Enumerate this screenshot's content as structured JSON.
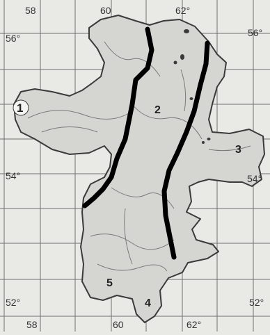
{
  "map": {
    "top_longitudes": [
      "58",
      "60",
      "62°"
    ],
    "bottom_longitudes": [
      "58",
      "60",
      "62°"
    ],
    "left_latitudes": [
      "56°",
      "54°",
      "52°"
    ],
    "right_latitudes": [
      "56°",
      "54°",
      "52°"
    ],
    "region_labels": [
      "1",
      "2",
      "3",
      "4",
      "5"
    ],
    "colors": {
      "paper": "#e9e9e6",
      "grid": "#6e6e6e",
      "land": "#d5d5d2",
      "land_edge": "#3a3a3a",
      "boundary_line": "#000000",
      "river": "#7a7a7a"
    }
  }
}
